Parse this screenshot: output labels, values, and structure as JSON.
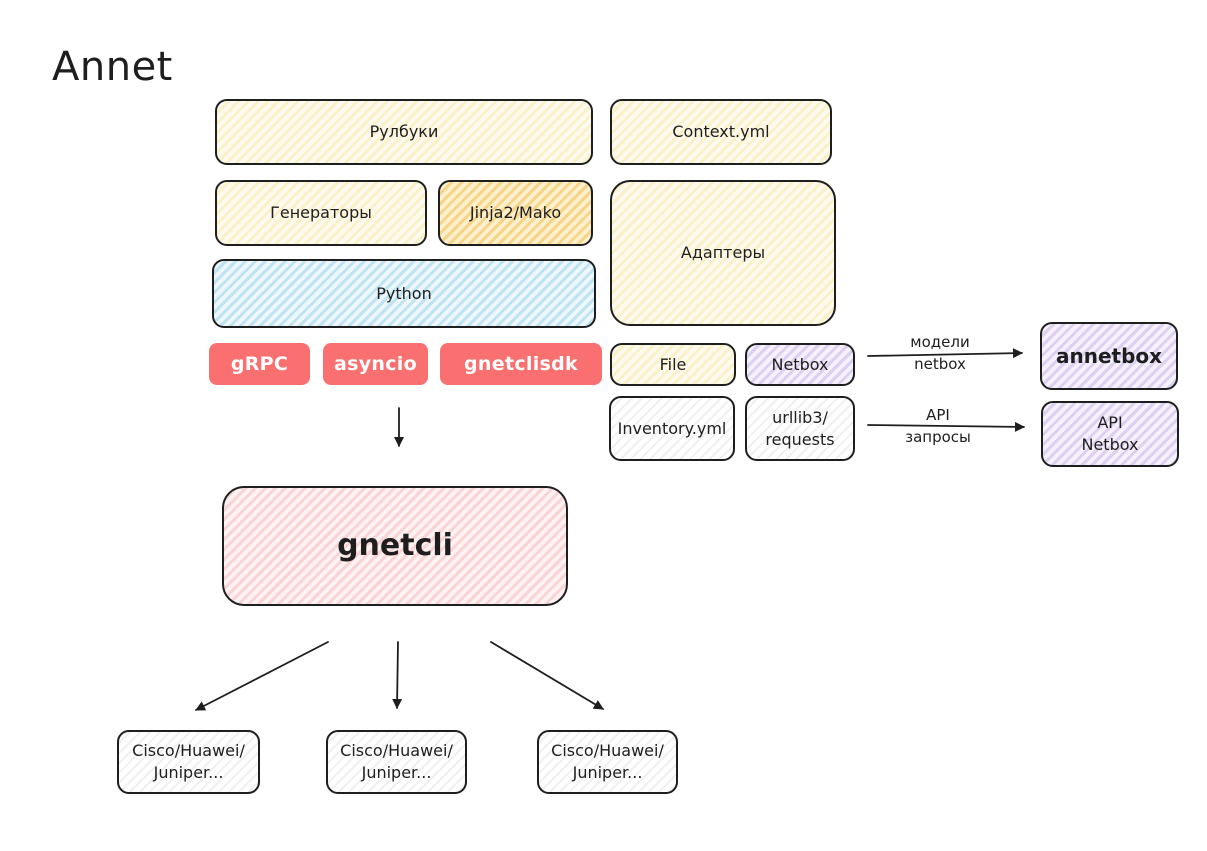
{
  "title": "Annet",
  "boxes": {
    "rulebooks": "Рулбуки",
    "context": "Context.yml",
    "generators": "Генераторы",
    "jinja": "Jinja2/Mako",
    "adapters": "Адаптеры",
    "python": "Python",
    "file": "File",
    "netbox": "Netbox",
    "inventory": "Inventory.yml",
    "urllib": "urllib3/ requests",
    "annetbox": "annetbox",
    "api_netbox": "API Netbox",
    "gnetcli": "gnetcli",
    "device_1": "Cisco/Huawei/ Juniper...",
    "device_2": "Cisco/Huawei/ Juniper...",
    "device_3": "Cisco/Huawei/ Juniper..."
  },
  "pills": {
    "grpc": "gRPC",
    "asyncio": "asyncio",
    "gnetclisdk": "gnetclisdk"
  },
  "edge_labels": {
    "models": "модели netbox",
    "api_requests": "API запросы"
  },
  "colors": {
    "yellow": "#fbf1c8",
    "orange": "#f6d58a",
    "blue": "#bfe3f3",
    "purple": "#ddd0f2",
    "pink": "#fad4d4",
    "pill": "#fa7070",
    "stroke": "#1e1e1e"
  }
}
